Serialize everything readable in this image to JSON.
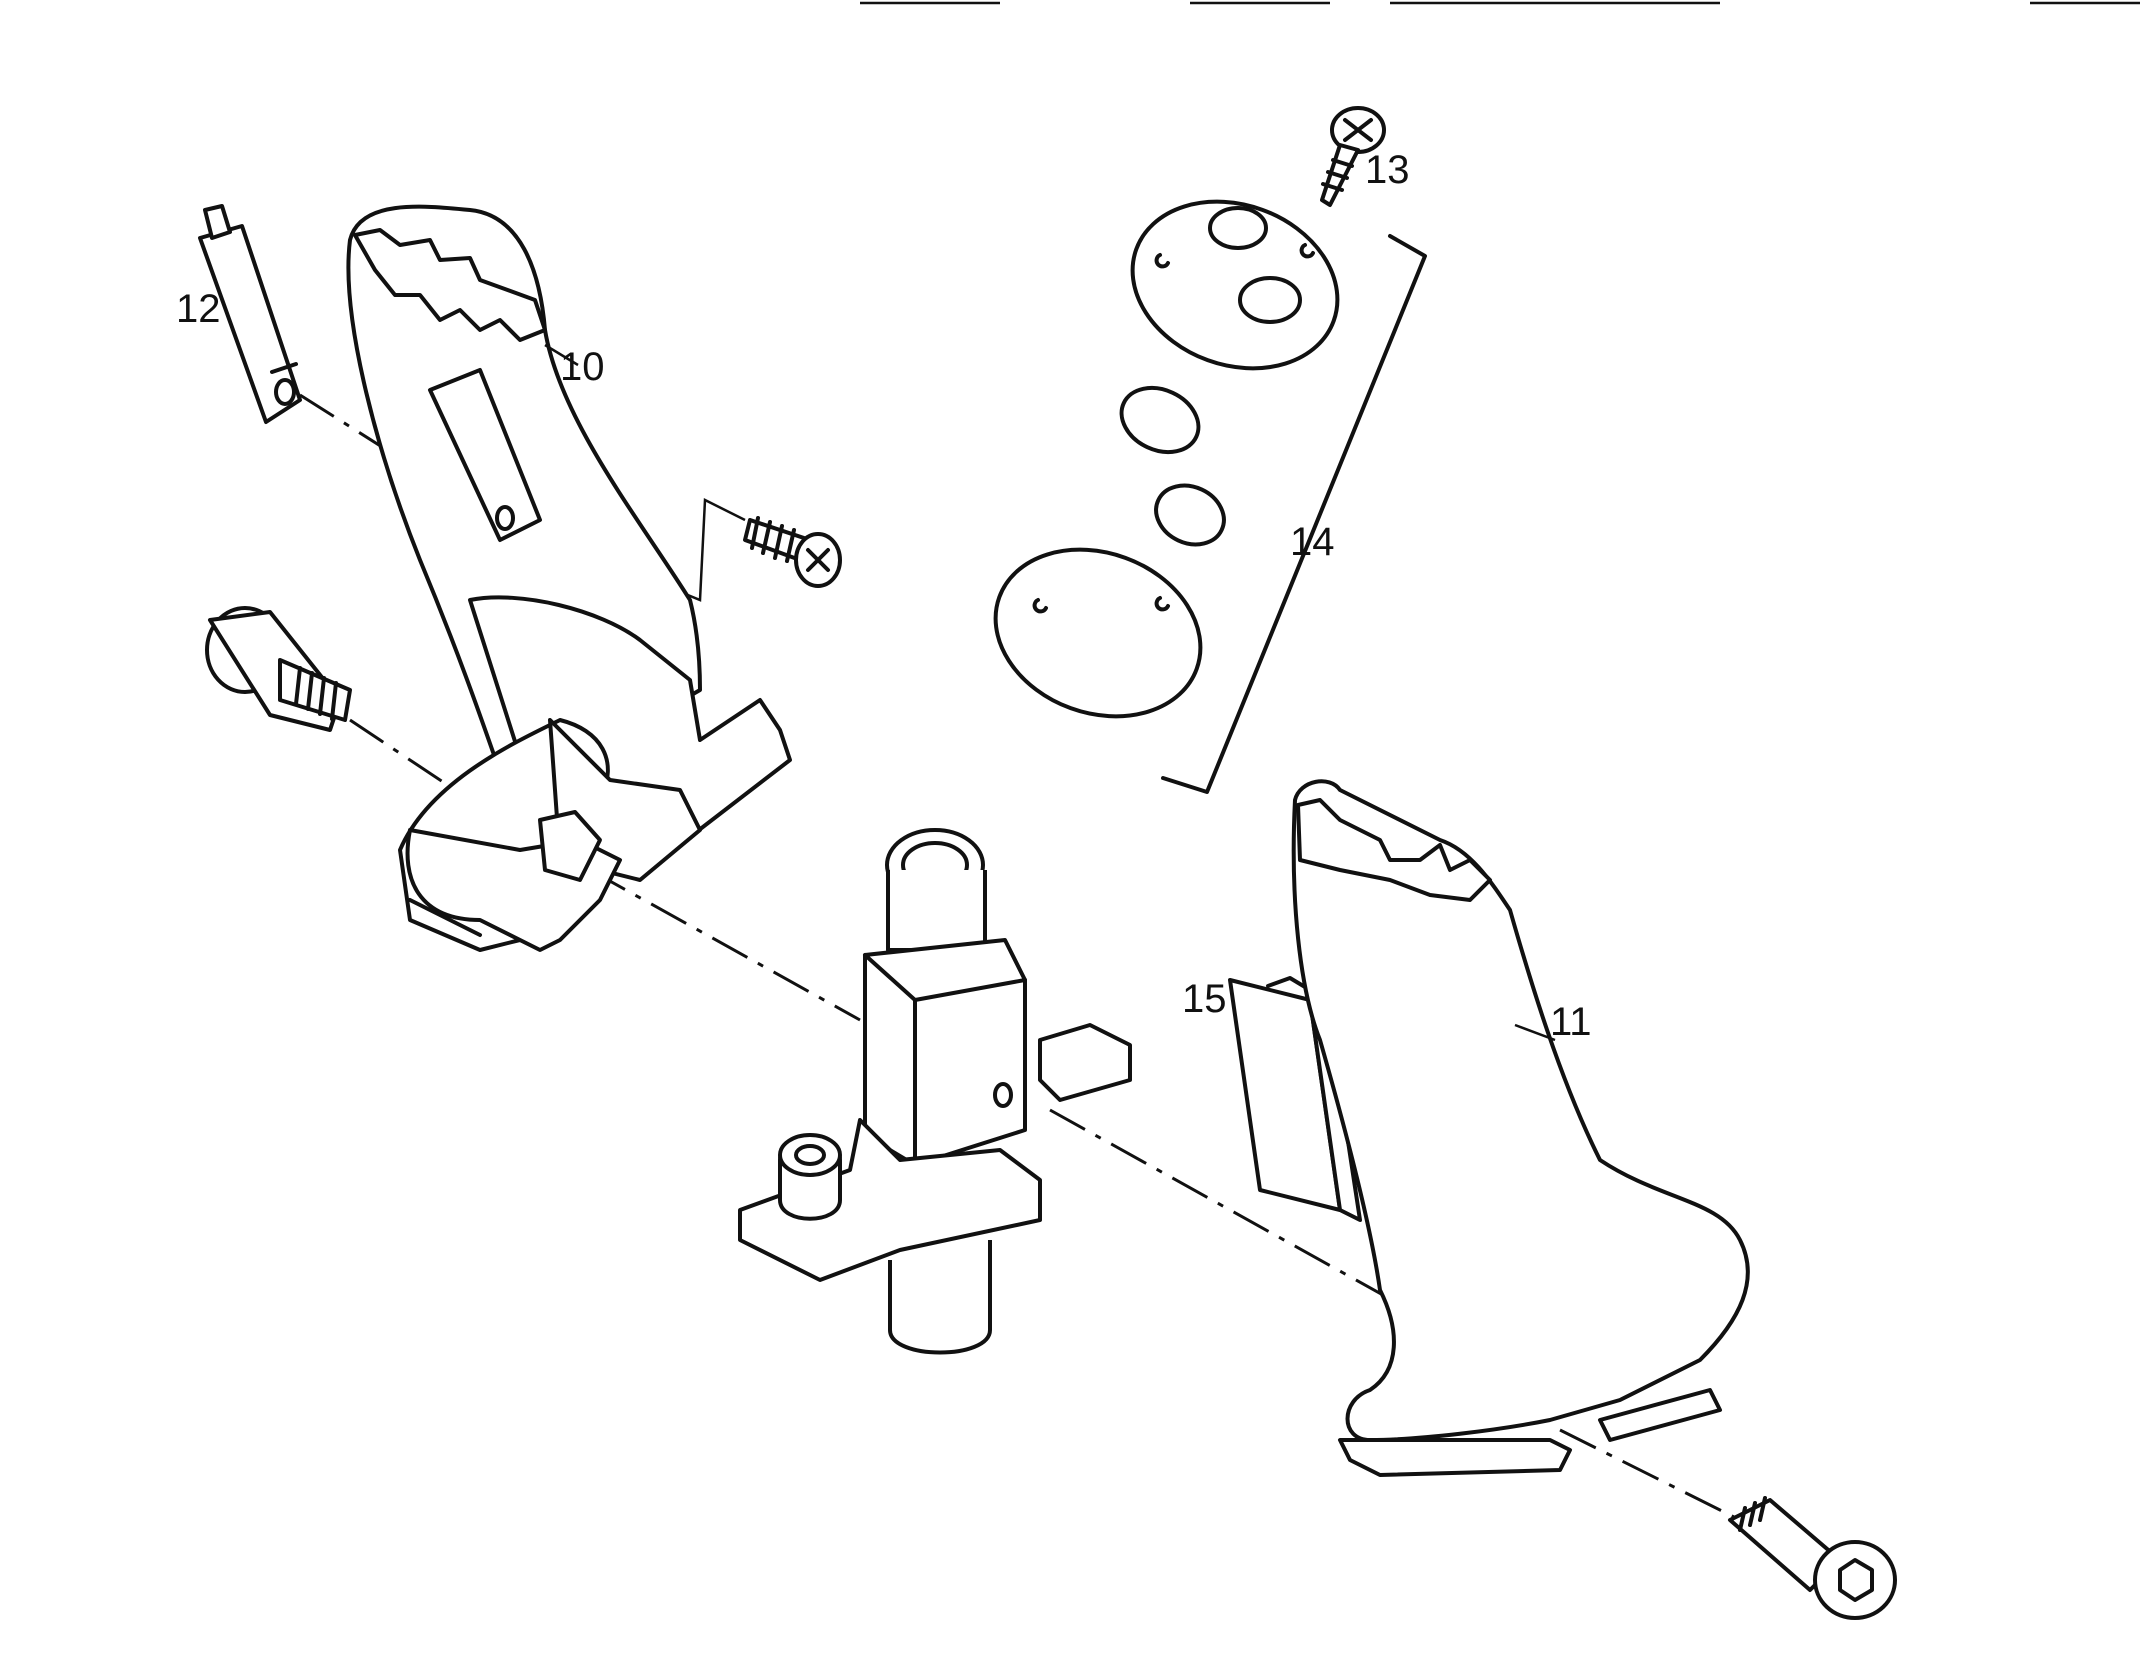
{
  "callouts": {
    "c10": "10",
    "c11": "11",
    "c12": "12",
    "c13": "13",
    "c14": "14",
    "c15": "15"
  }
}
